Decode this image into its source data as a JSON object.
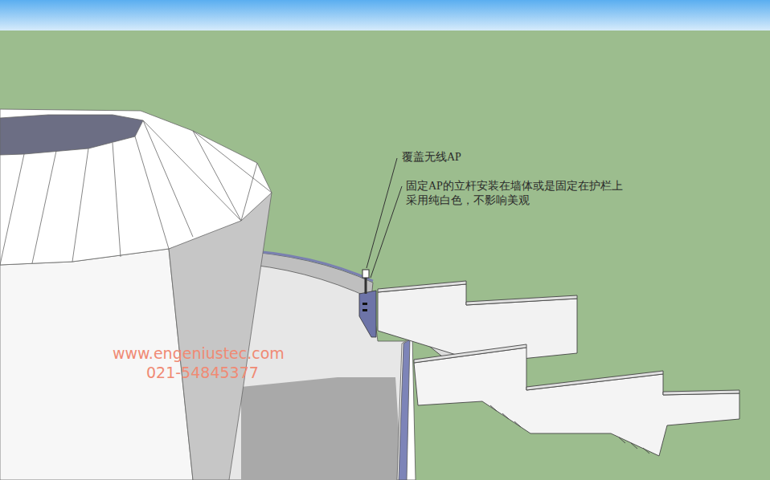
{
  "diagram": {
    "labels": [
      "覆盖无线AP",
      "固定AP的立杆安装在墙体或是固定在护栏上 采用纯白色，不影响美观",
      "www.engeniustec.com",
      "021-54845377"
    ]
  }
}
